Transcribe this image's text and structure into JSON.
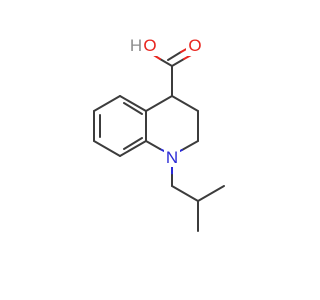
{
  "molecule": {
    "atoms": {
      "carbonyl_oxygen": {
        "symbol": "O"
      },
      "hydroxyl": {
        "symbol": "O",
        "h": "H"
      },
      "ring_nitrogen": {
        "symbol": "N"
      }
    },
    "colors": {
      "bond": "#3c3c3c",
      "oxygen": "#e8261f",
      "hydroxyl_h": "#8c8c8c",
      "nitrogen": "#2b2bd6",
      "background": "#ffffff"
    }
  }
}
